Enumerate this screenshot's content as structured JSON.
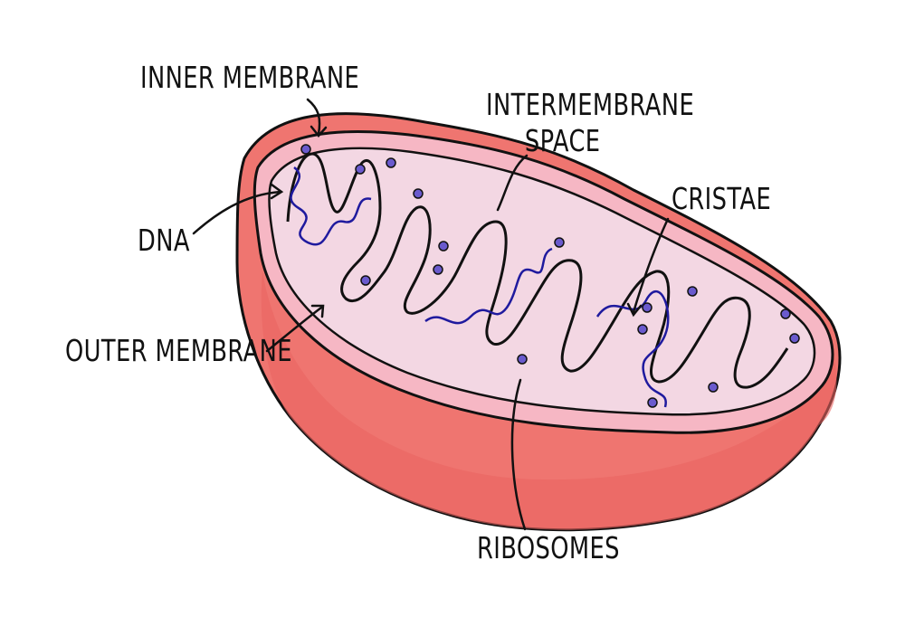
{
  "labels": {
    "inner_membrane": "INNER MEMBRANE",
    "intermembrane_space_line1": "INTERMEMBRANE",
    "intermembrane_space_line2": "SPACE",
    "dna": "DNA",
    "cristae": "CRISTAE",
    "outer_membrane": "OUTER MEMBRANE",
    "ribosomes": "RIBOSOMES"
  },
  "colors": {
    "outer_membrane": "#ef7570",
    "outer_membrane_dark": "#e05a57",
    "inner_fill": "#f8c9d6",
    "matrix": "#f3d7e3",
    "dna": "#1f1a9e",
    "ribosome": "#6a5acd",
    "ink": "#111111"
  }
}
